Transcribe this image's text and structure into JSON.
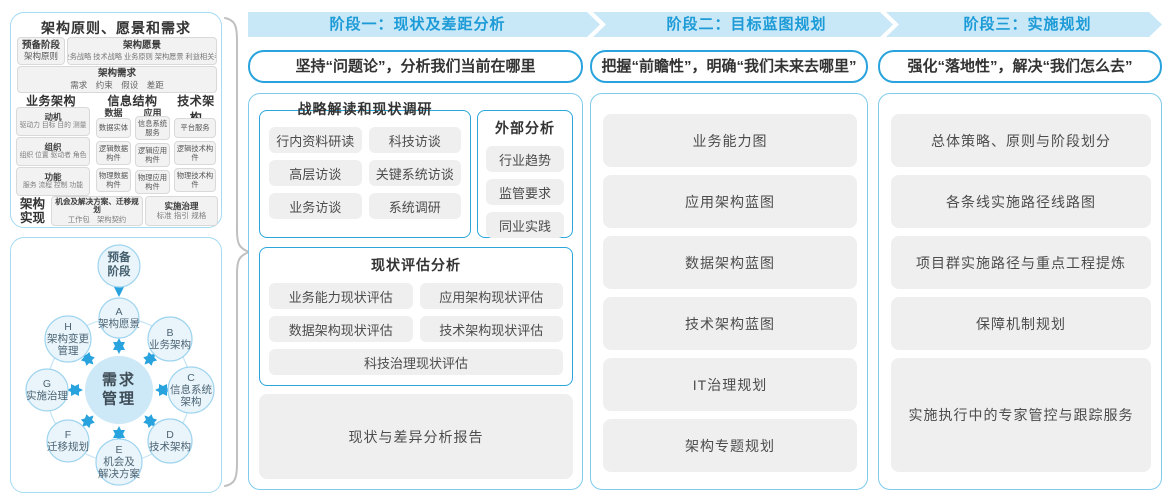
{
  "colors": {
    "band_bg": "#c8e7f7",
    "band_text": "#1d9bd7",
    "accent_border": "#29a3dd",
    "column_border": "#7fcbec",
    "panel_border": "#a3daf4",
    "item_bg": "#efefef",
    "item_text": "#4c4c4c",
    "circle_fill": "#e9f5fb",
    "circle_border": "#9fd4ef",
    "center_circle_fill": "#cde8f6",
    "arrow": "#29a3dd",
    "brace": "#c0c0c0"
  },
  "left_panel": {
    "title": "架构原则、愿景和需求",
    "prep": {
      "line1": "预备阶段",
      "line2": "架构原则"
    },
    "vision": {
      "title": "架构愿景",
      "detail": "业务战略 技术战略 业务原则 架构愿景 利益相关者"
    },
    "requirements": {
      "title": "架构需求",
      "detail": "需求　约束　假设　差距"
    },
    "business": {
      "title": "业务架构",
      "boxes": [
        {
          "title": "动机",
          "detail": "驱动力 目标 目的 测量"
        },
        {
          "title": "组织",
          "detail": "组织 位置 驱动者 角色"
        },
        {
          "title": "功能",
          "detail": "服务 流程 控制 功能"
        }
      ]
    },
    "information": {
      "title": "信息结构",
      "data_header": "数据",
      "app_header": "应用",
      "data_items": [
        "数据实体",
        "逻辑数据构件",
        "物理数据构件"
      ],
      "app_items": [
        "信息系统服务",
        "逻辑应用构件",
        "物理应用构件"
      ]
    },
    "technology": {
      "title": "技术架构",
      "items": [
        "平台服务",
        "逻辑技术构件",
        "物理技术构件"
      ]
    },
    "realization": {
      "label": "架构实现",
      "opportunity": {
        "title": "机会及解决方案、迁移规划",
        "detail": "工作包　架构契约"
      },
      "governance": {
        "title": "实施治理",
        "detail": "标准 指引 规格"
      }
    }
  },
  "adm": {
    "prep_lines": [
      "预备",
      "阶段"
    ],
    "center_lines": [
      "需求",
      "管理"
    ],
    "nodes": [
      {
        "id": "A",
        "lines": [
          "架构愿景"
        ]
      },
      {
        "id": "B",
        "lines": [
          "业务架构"
        ]
      },
      {
        "id": "C",
        "lines": [
          "信息系统",
          "架构"
        ]
      },
      {
        "id": "D",
        "lines": [
          "技术架构"
        ]
      },
      {
        "id": "E",
        "lines": [
          "机会及",
          "解决方案"
        ]
      },
      {
        "id": "F",
        "lines": [
          "迁移规划"
        ]
      },
      {
        "id": "G",
        "lines": [
          "实施治理"
        ]
      },
      {
        "id": "H",
        "lines": [
          "架构变更",
          "管理"
        ]
      }
    ]
  },
  "phases": [
    {
      "band": "阶段一：现状及差距分析",
      "subtitle": "坚持“问题论”，分析我们当前在哪里",
      "groups": [
        {
          "title": "战略解读和现状调研",
          "items": [
            "行内资料研读",
            "科技访谈",
            "高层访谈",
            "关键系统访谈",
            "业务访谈",
            "系统调研"
          ]
        },
        {
          "title": "外部分析",
          "items": [
            "行业趋势",
            "监管要求",
            "同业实践"
          ]
        },
        {
          "title": "现状评估分析",
          "items": [
            "业务能力现状评估",
            "应用架构现状评估",
            "数据架构现状评估",
            "技术架构现状评估",
            "科技治理现状评估"
          ]
        }
      ],
      "report": "现状与差异分析报告"
    },
    {
      "band": "阶段二：目标蓝图规划",
      "subtitle": "把握“前瞻性”，明确“我们未来去哪里”",
      "items": [
        "业务能力图",
        "应用架构蓝图",
        "数据架构蓝图",
        "技术架构蓝图",
        "IT治理规划",
        "架构专题规划"
      ]
    },
    {
      "band": "阶段三：实施规划",
      "subtitle": "强化“落地性”，解决“我们怎么去”",
      "items": [
        "总体策略、原则与阶段划分",
        "各条线实施路径线路图",
        "项目群实施路径与重点工程提炼",
        "保障机制规划",
        "实施执行中的专家管控与跟踪服务"
      ]
    }
  ]
}
